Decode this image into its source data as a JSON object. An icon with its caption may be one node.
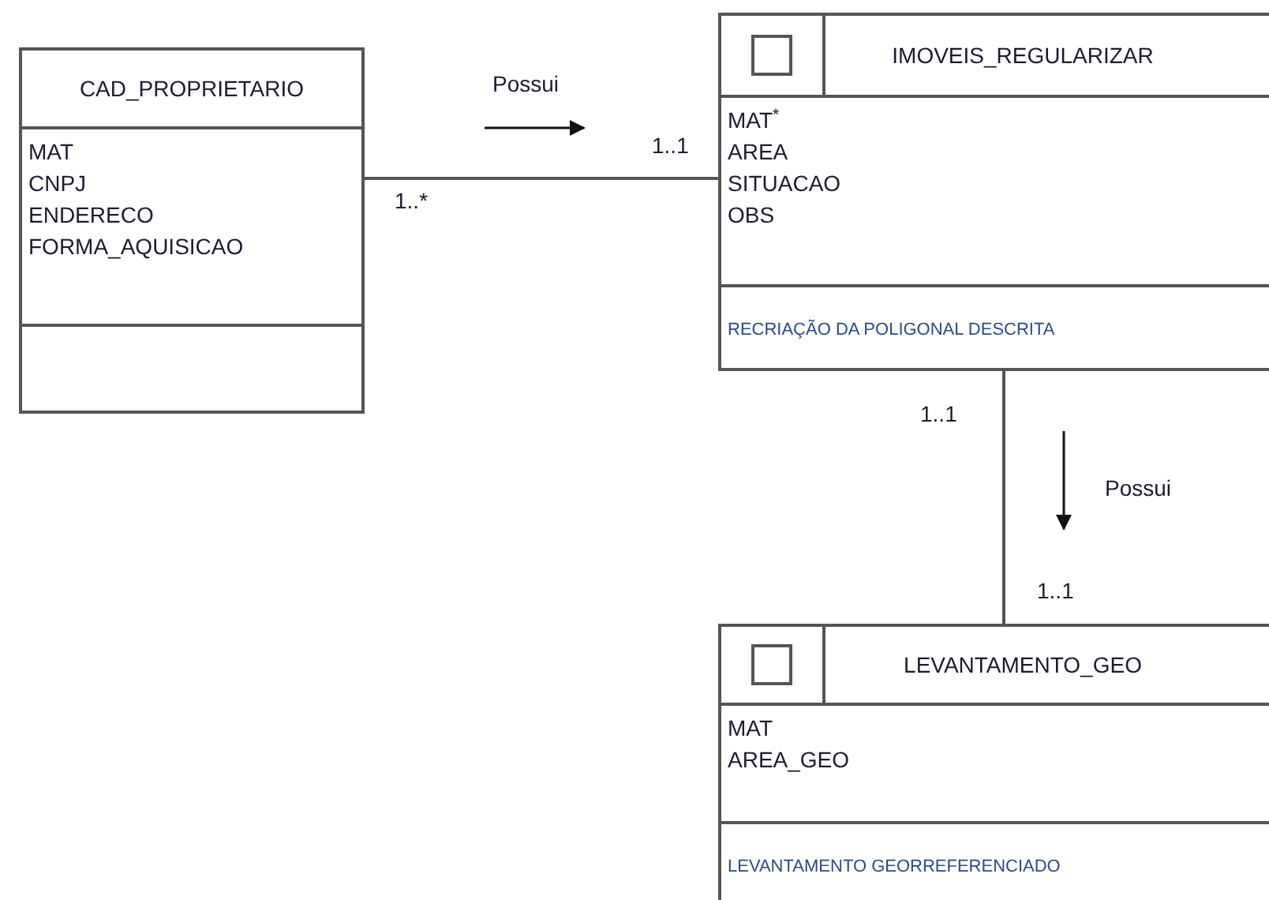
{
  "diagram": {
    "nodes": [
      {
        "text": [
          "CAD_PROPRIETARIO",
          "MAT",
          "CNPJ",
          "ENDERECO",
          "FORMA_AQUISICAO"
        ]
      },
      {
        "text": [
          "IMOVEIS_REGULARIZAR",
          "MAT$^{*}$",
          "AREA",
          "SITUACAO",
          "OBS",
          "RECRIAÇÃO DA POLIGONAL DESCRITA"
        ]
      },
      {
        "text": [
          "LEVANTAMENTO_GEO",
          "MAT",
          "AREA_GEO",
          "LEVANTAMENTO GEORREFERENCIADO"
        ]
      }
    ],
    "edges": [
      {
        "from": 0,
        "to": 1,
        "arrow": "none",
        "label": "Possui"
      },
      {
        "from": 1,
        "to": 2,
        "arrow": "none",
        "label": "Possui"
      }
    ],
    "labels": [
      "1..1",
      "1..*",
      "1..1",
      "1..1"
    ]
  }
}
